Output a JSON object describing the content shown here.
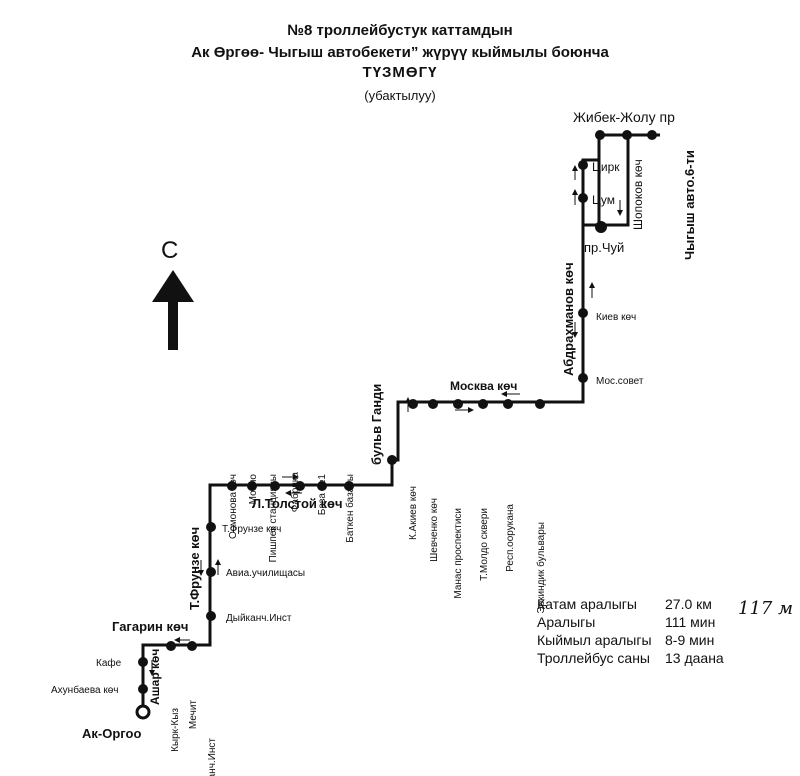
{
  "title": {
    "line1": "№8  троллейбустук каттамдын",
    "line2": "Ак Өргөө- Чыгыш автобекети” жүрүү кыймылы боюнча",
    "line3": "ТҮЗМӨГҮ",
    "line4": "(убактылуу)"
  },
  "compass": {
    "letter": "С"
  },
  "streets": {
    "zhibek_zholu": "Жибек-Жолу пр",
    "shopokov": "Шопоков көч",
    "chygysh_avto": "Чыгыш авто.6-ти",
    "chuy": "пр.Чуй",
    "abdrakhmanov": "Абдрахманов көч",
    "moskva": "Москва көч",
    "gandi": "бульв Ганди",
    "tolstoy": "Л.Толстой көч",
    "frunze": "Т.Фрунзе көч",
    "gagarin": "Гагарин көч",
    "ashar": "Ашар көч"
  },
  "stops": {
    "tsirk": "Цирк",
    "tsum": "Цум",
    "kiev": "Киев көч",
    "mossovet": "Мос.совет",
    "akiev": "К.Акиев көч",
    "shevchenko": "Шевченко көч",
    "manas": "Манас проспектиси",
    "moldo": "Т.Молдо сквери",
    "resp_oruk": "Респ.оорукана",
    "erkindik": "Эркиндик бульвары",
    "batken": "Баткен базары",
    "baza1": "База №1",
    "fabrika": "Фабрика",
    "pishpek": "Пишпек станциясы",
    "monjo": "Мончо",
    "osmonova": "Осмонова көч",
    "t_frunze": "Т.Фрунзе көч",
    "avia": "Авиа.училищасы",
    "dyikanch_inst": "Дыйканч.Инст",
    "dyikanch_inst2": "Дыйканч.Инст",
    "mechit": "Мечит",
    "kyrk_kyz": "Кырк-Кыз",
    "kafe": "Кафе",
    "akhunbaeva": "Ахунбаева көч",
    "ak_orgoo": "Ак-Оргоо"
  },
  "info": {
    "length_label": "Катам аралыгы",
    "length_value": "27.0 км",
    "period_label": "Аралыгы",
    "period_value": "111 мин",
    "interval_label": "Кыймыл аралыгы",
    "interval_value": "8-9 мин",
    "count_label": "Троллейбус саны",
    "count_value": "13 даана"
  },
  "handwritten_note": "117 м"
}
